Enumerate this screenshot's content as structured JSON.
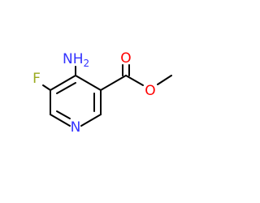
{
  "molecule": {
    "atoms": {
      "n_ring": {
        "label": "N",
        "color": "#3333ff"
      },
      "fluorine": {
        "label": "F",
        "color": "#9aaa1e"
      },
      "amino": {
        "label": "NH",
        "subscript": "2",
        "color": "#3333ff"
      },
      "carbonyl_o": {
        "label": "O",
        "color": "#ff0000"
      },
      "ester_o": {
        "label": "O",
        "color": "#ff0000"
      }
    },
    "colors": {
      "bond": "#000000",
      "background": "#ffffff"
    }
  }
}
